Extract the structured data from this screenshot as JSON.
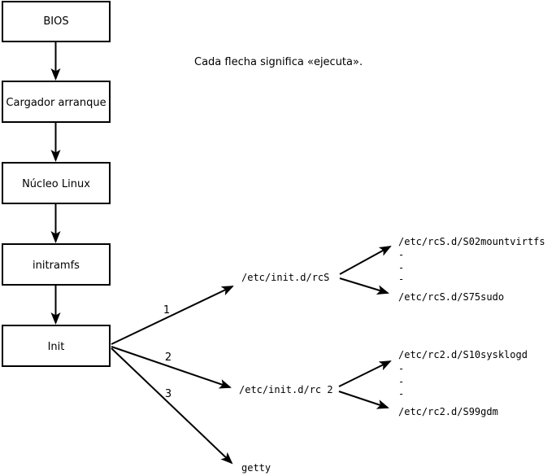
{
  "diagram": {
    "note": "Cada flecha significa «ejecuta».",
    "boot_chain": [
      {
        "label": "BIOS"
      },
      {
        "label": "Cargador arranque"
      },
      {
        "label": "Núcleo Linux"
      },
      {
        "label": "initramfs"
      },
      {
        "label": "Init"
      }
    ],
    "init_branches": [
      {
        "order": "1",
        "target": "/etc/init.d/rcS"
      },
      {
        "order": "2",
        "target": "/etc/init.d/rc 2"
      },
      {
        "order": "3",
        "target": "getty"
      }
    ],
    "rcS_children": {
      "first": "/etc/rcS.d/S02mountvirtfs",
      "dots": [
        "-",
        "-",
        "-"
      ],
      "last": "/etc/rcS.d/S75sudo"
    },
    "rc2_children": {
      "first": "/etc/rc2.d/S10sysklogd",
      "dots": [
        "-",
        "-",
        "-"
      ],
      "last": "/etc/rc2.d/S99gdm"
    }
  }
}
